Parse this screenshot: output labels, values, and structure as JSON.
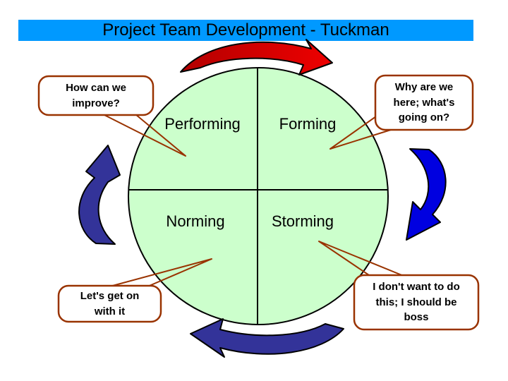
{
  "title": {
    "label": "Project Team Development - Tuckman"
  },
  "stages": {
    "performing": "Performing",
    "forming": "Forming",
    "norming": "Norming",
    "storming": "Storming"
  },
  "callouts": {
    "performing": "How can we improve?",
    "forming": "Why are we here; what's going on?",
    "norming": "Let's get on with it",
    "storming": "I don't want to do this; I should be boss"
  },
  "colors": {
    "title_bg": "#0099FF",
    "circle_fill": "#CCFFCC",
    "callout_border": "#993300",
    "arrow_red_dark": "#B30000",
    "arrow_red": "#EE0000",
    "arrow_blue": "#0000E0",
    "arrow_navy": "#333399"
  }
}
